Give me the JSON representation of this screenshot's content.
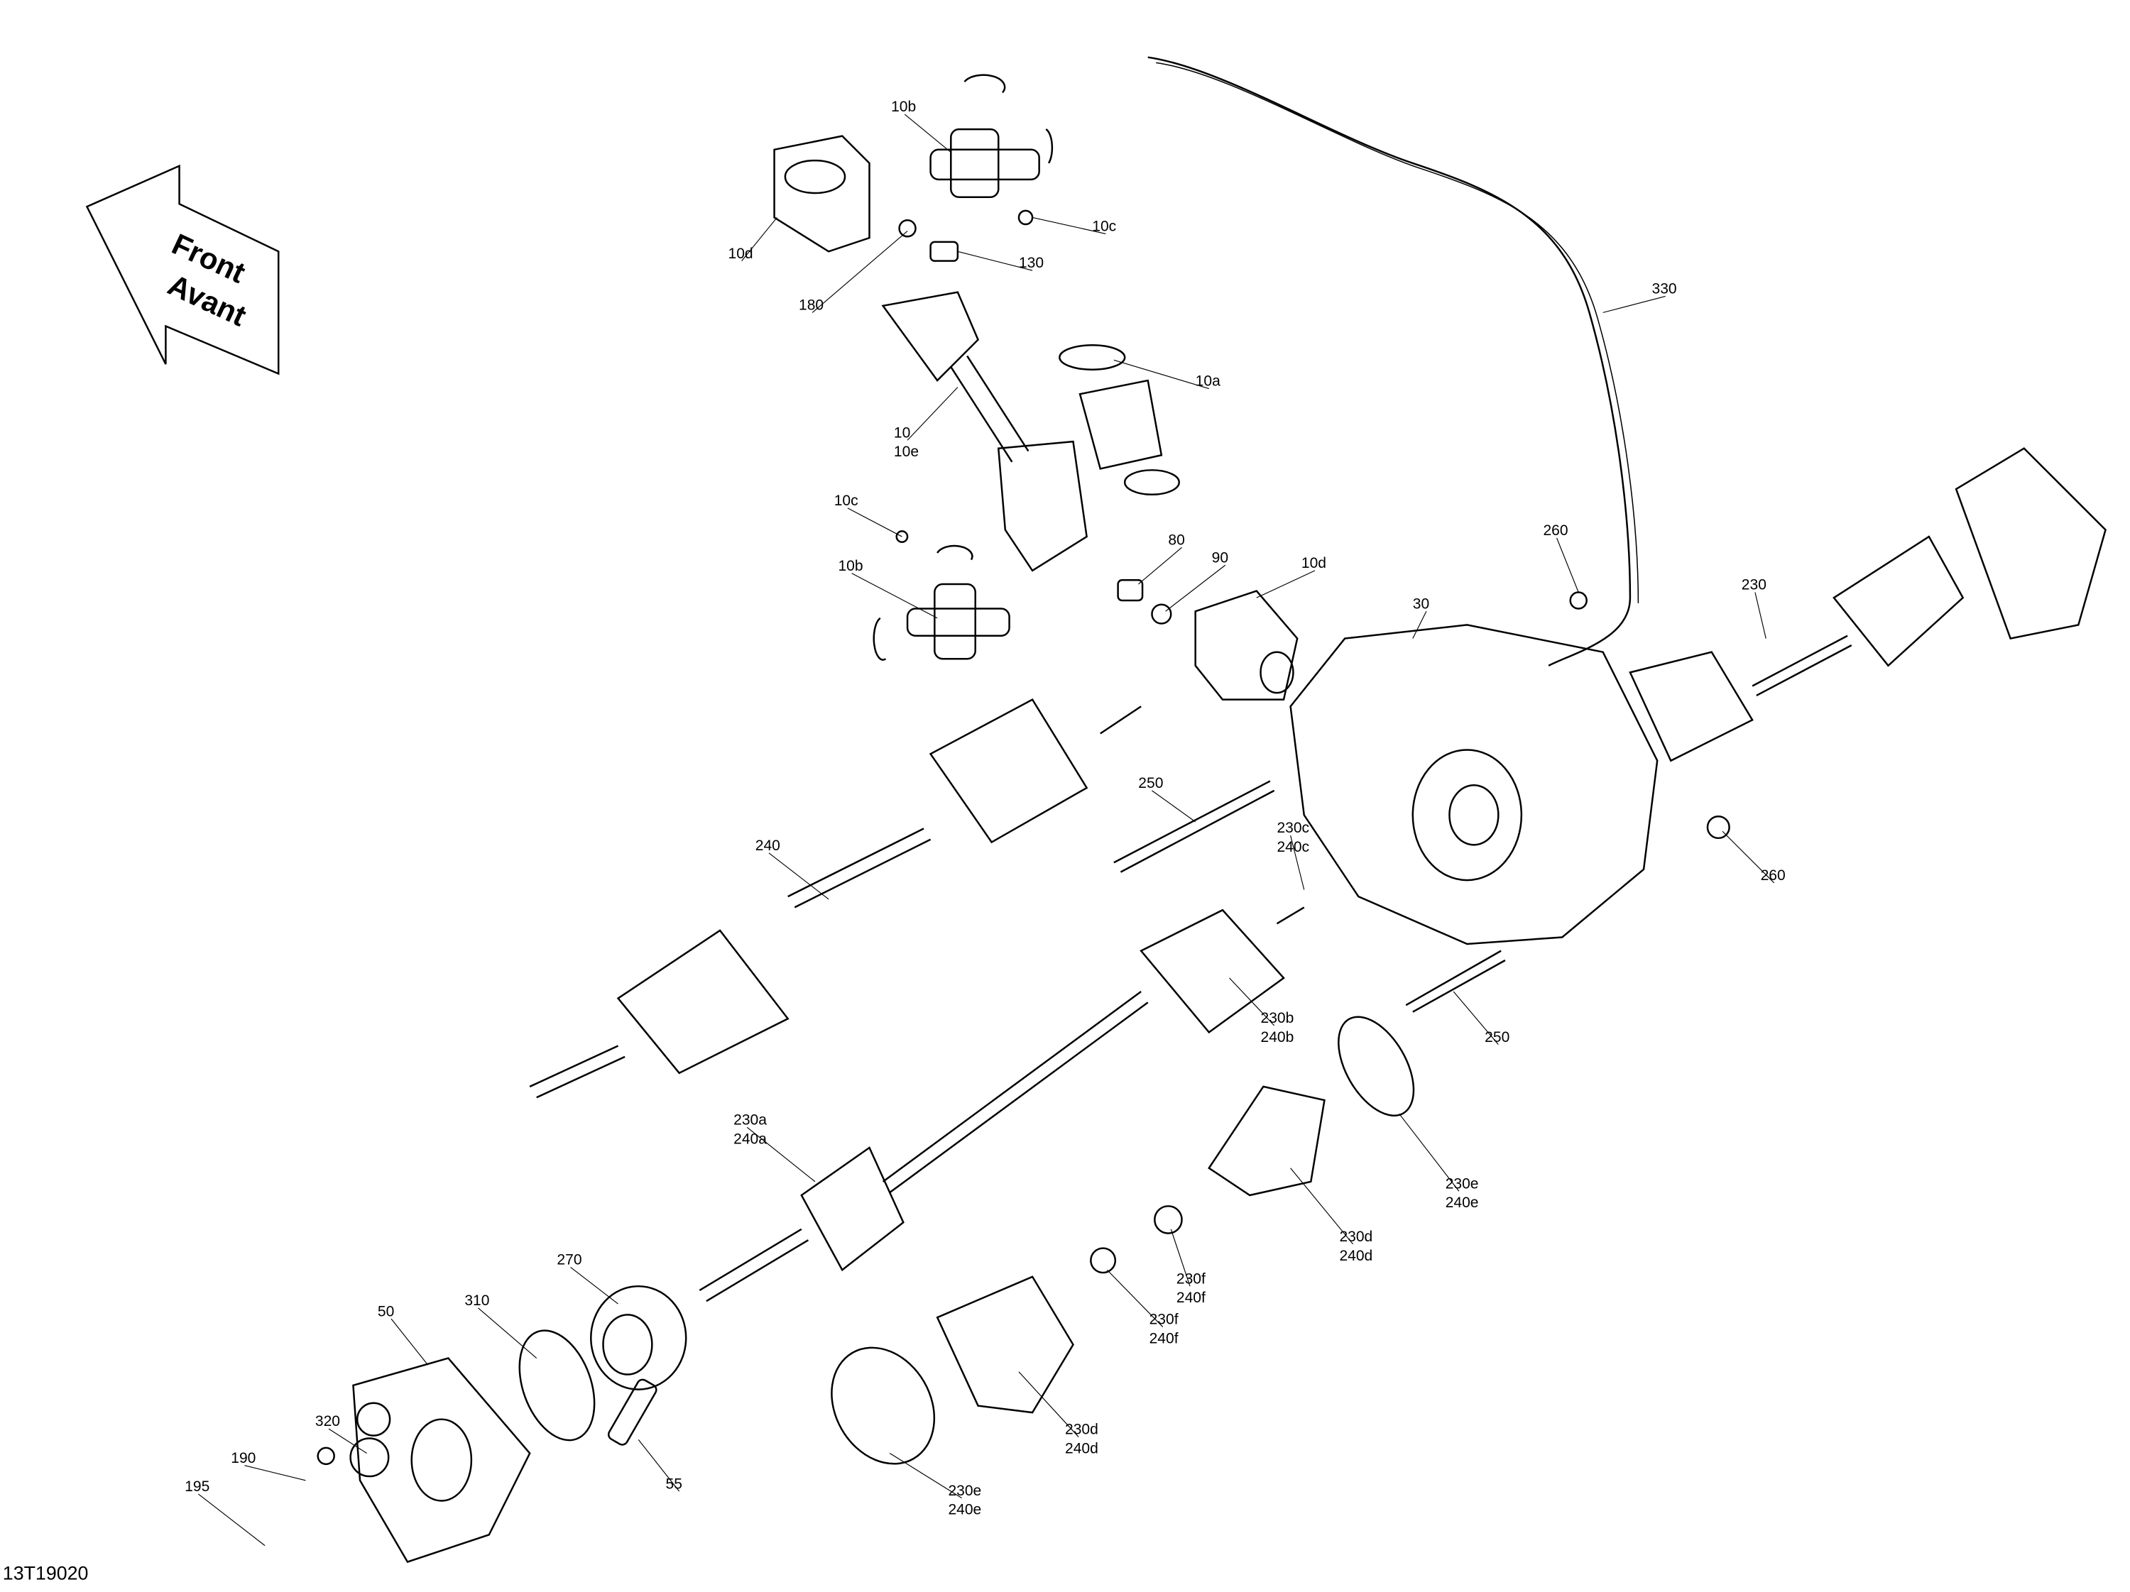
{
  "diagram_code": "13T19020",
  "direction_arrow": {
    "line1": "Front",
    "line2": "Avant"
  },
  "callouts": [
    {
      "lines": [
        "10b"
      ]
    },
    {
      "lines": [
        "10c"
      ]
    },
    {
      "lines": [
        "10d"
      ]
    },
    {
      "lines": [
        "130"
      ]
    },
    {
      "lines": [
        "180"
      ]
    },
    {
      "lines": [
        "330"
      ]
    },
    {
      "lines": [
        "10a"
      ]
    },
    {
      "lines": [
        "10",
        "10e"
      ]
    },
    {
      "lines": [
        "10c"
      ]
    },
    {
      "lines": [
        "80"
      ]
    },
    {
      "lines": [
        "90"
      ]
    },
    {
      "lines": [
        "10d"
      ]
    },
    {
      "lines": [
        "260"
      ]
    },
    {
      "lines": [
        "10b"
      ]
    },
    {
      "lines": [
        "30"
      ]
    },
    {
      "lines": [
        "230"
      ]
    },
    {
      "lines": [
        "250"
      ]
    },
    {
      "lines": [
        "230c",
        "240c"
      ]
    },
    {
      "lines": [
        "240"
      ]
    },
    {
      "lines": [
        "260"
      ]
    },
    {
      "lines": [
        "230b",
        "240b"
      ]
    },
    {
      "lines": [
        "250"
      ]
    },
    {
      "lines": [
        "230a",
        "240a"
      ]
    },
    {
      "lines": [
        "230e",
        "240e"
      ]
    },
    {
      "lines": [
        "230d",
        "240d"
      ]
    },
    {
      "lines": [
        "270"
      ]
    },
    {
      "lines": [
        "310"
      ]
    },
    {
      "lines": [
        "50"
      ]
    },
    {
      "lines": [
        "230f",
        "240f"
      ]
    },
    {
      "lines": [
        "230f",
        "240f"
      ]
    },
    {
      "lines": [
        "320"
      ]
    },
    {
      "lines": [
        "190"
      ]
    },
    {
      "lines": [
        "195"
      ]
    },
    {
      "lines": [
        "55"
      ]
    },
    {
      "lines": [
        "230d",
        "240d"
      ]
    },
    {
      "lines": [
        "230e",
        "240e"
      ]
    }
  ]
}
